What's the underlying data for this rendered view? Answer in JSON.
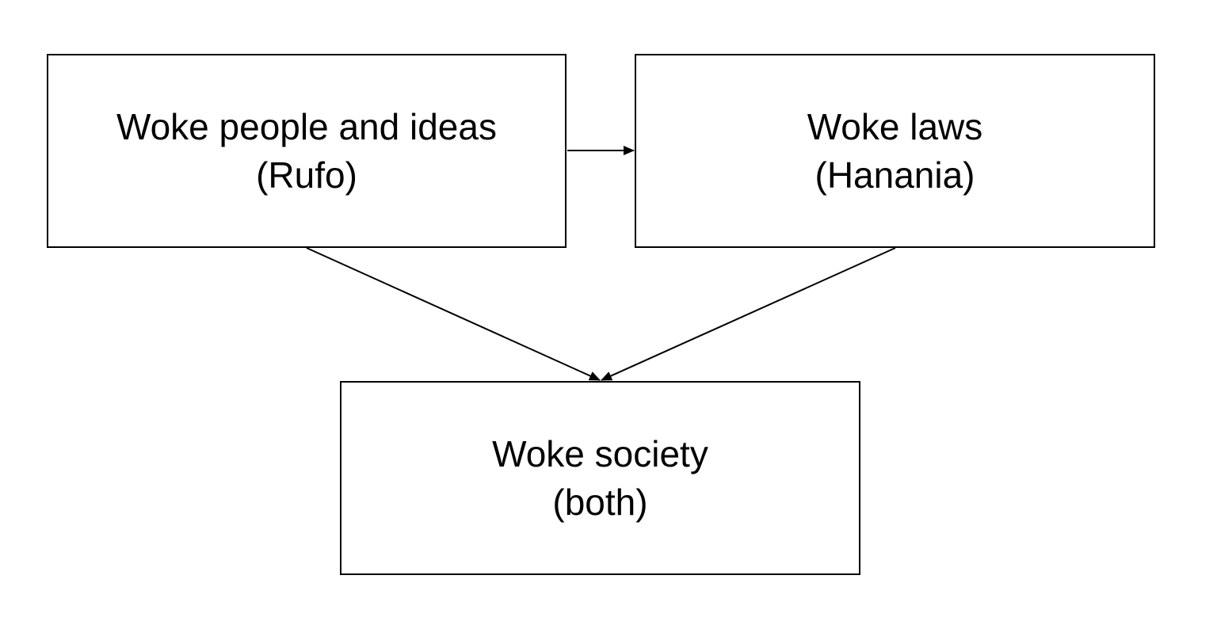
{
  "diagram": {
    "nodes": [
      {
        "id": "people-ideas",
        "title": "Woke people and ideas",
        "subtitle": "(Rufo)"
      },
      {
        "id": "laws",
        "title": "Woke laws",
        "subtitle": "(Hanania)"
      },
      {
        "id": "society",
        "title": "Woke society",
        "subtitle": "(both)"
      }
    ],
    "edges": [
      {
        "from": "people-ideas",
        "to": "laws"
      },
      {
        "from": "people-ideas",
        "to": "society"
      },
      {
        "from": "laws",
        "to": "society"
      }
    ],
    "colors": {
      "stroke": "#000000",
      "fill": "#ffffff",
      "text": "#000000"
    }
  }
}
